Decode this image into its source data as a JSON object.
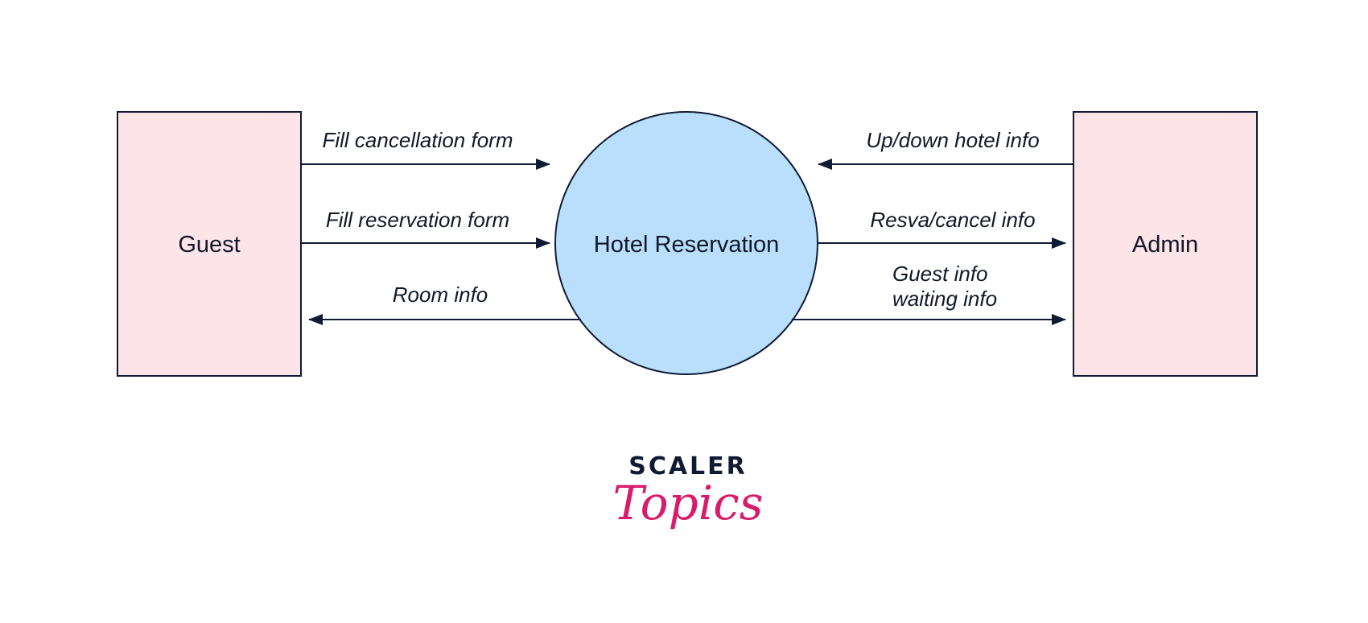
{
  "colors": {
    "entity_fill": "#fde4e8",
    "process_fill": "#b9dffc",
    "stroke": "#0f1b33",
    "logo_dark": "#0f1b33",
    "logo_pink": "#d81b6a"
  },
  "entities": {
    "guest": "Guest",
    "admin": "Admin"
  },
  "process": {
    "label": "Hotel Reservation"
  },
  "flows": {
    "fill_cancellation": "Fill cancellation form",
    "fill_reservation": "Fill reservation form",
    "room_info": "Room info",
    "updown_hotel_info": "Up/down hotel info",
    "resva_cancel_info": "Resva/cancel info",
    "guest_info_line1": "Guest info",
    "guest_info_line2": "waiting info"
  },
  "logo": {
    "line1": "SCALER",
    "line2": "Topics"
  }
}
